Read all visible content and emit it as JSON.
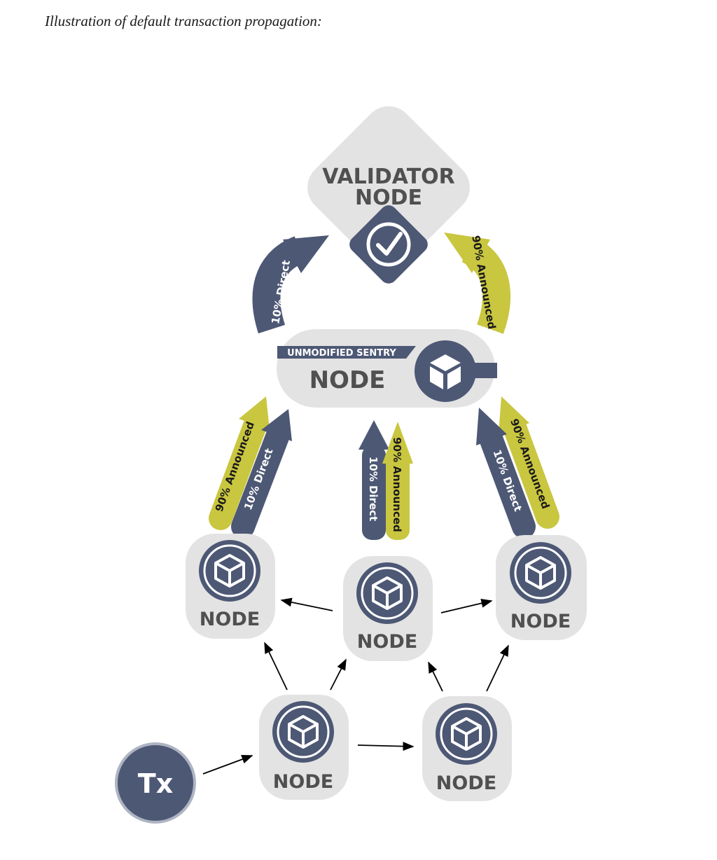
{
  "caption": "Illustration of default transaction propagation:",
  "validator": {
    "line1": "VALIDATOR",
    "line2": "NODE"
  },
  "sentry": {
    "tag": "UNMODIFIED SENTRY",
    "label": "NODE"
  },
  "node_label": "NODE",
  "tx_label": "Tx",
  "edge_labels": {
    "direct": "10% Direct",
    "announced": "90% Announced"
  },
  "colors": {
    "navy": "#4d5875",
    "olive": "#c9c640",
    "gray": "#e3e3e3",
    "text": "#505050"
  }
}
